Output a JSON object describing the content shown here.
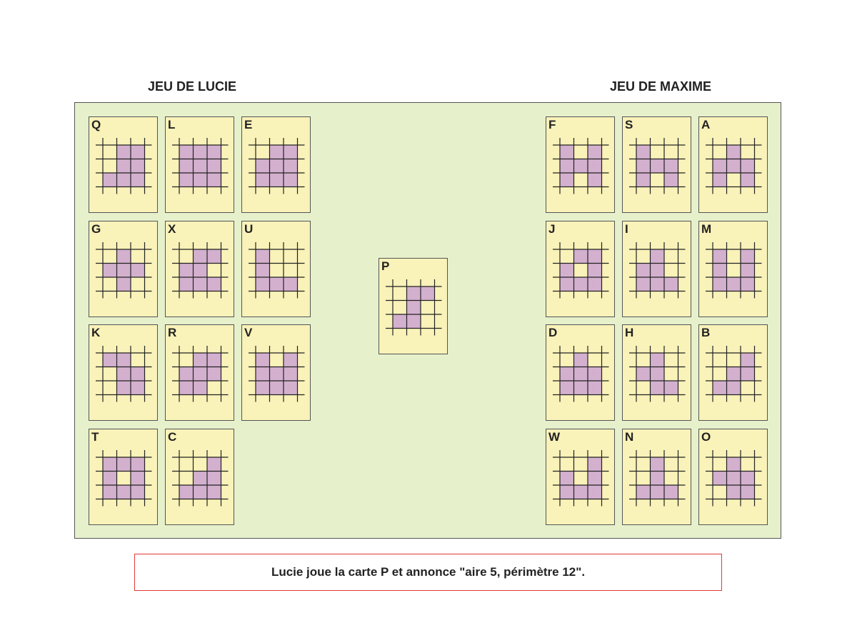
{
  "titles": {
    "left": "JEU DE LUCIE",
    "right": "JEU DE MAXIME"
  },
  "colors": {
    "board": "#e6f0cb",
    "card": "#f9f2b9",
    "fill": "#d4b0cf",
    "message_border": "#e53935"
  },
  "left_hand": [
    {
      "letter": "Q",
      "shape": [
        ".##",
        ".##",
        "###"
      ]
    },
    {
      "letter": "L",
      "shape": [
        "###",
        "###",
        "###"
      ]
    },
    {
      "letter": "E",
      "shape": [
        ".##",
        "###",
        "###"
      ]
    },
    {
      "letter": "G",
      "shape": [
        ".#.",
        "###",
        ".#."
      ]
    },
    {
      "letter": "X",
      "shape": [
        ".##",
        "##.",
        "###"
      ]
    },
    {
      "letter": "U",
      "shape": [
        "#..",
        "#..",
        "###"
      ]
    },
    {
      "letter": "K",
      "shape": [
        "##.",
        ".##",
        ".##"
      ]
    },
    {
      "letter": "R",
      "shape": [
        ".##",
        "###",
        "##."
      ]
    },
    {
      "letter": "V",
      "shape": [
        "#.#",
        "###",
        "###"
      ]
    },
    {
      "letter": "T",
      "shape": [
        "###",
        "#.#",
        "###"
      ]
    },
    {
      "letter": "C",
      "shape": [
        "..#",
        ".##",
        "###"
      ]
    }
  ],
  "right_hand": [
    {
      "letter": "F",
      "shape": [
        "#.#",
        "###",
        "#.#"
      ]
    },
    {
      "letter": "S",
      "shape": [
        "#..",
        "###",
        "#.#"
      ]
    },
    {
      "letter": "A",
      "shape": [
        ".#.",
        "###",
        "#.#"
      ]
    },
    {
      "letter": "J",
      "shape": [
        ".##",
        "#.#",
        "###"
      ]
    },
    {
      "letter": "I",
      "shape": [
        ".#.",
        "##.",
        "###"
      ]
    },
    {
      "letter": "M",
      "shape": [
        "#.#",
        "#.#",
        "###"
      ]
    },
    {
      "letter": "D",
      "shape": [
        ".#.",
        "###",
        "###"
      ]
    },
    {
      "letter": "H",
      "shape": [
        ".#.",
        "##.",
        ".##"
      ]
    },
    {
      "letter": "B",
      "shape": [
        "..#",
        ".##",
        "##."
      ]
    },
    {
      "letter": "W",
      "shape": [
        "..#",
        "#.#",
        "###"
      ]
    },
    {
      "letter": "N",
      "shape": [
        ".#.",
        ".#.",
        "###"
      ]
    },
    {
      "letter": "O",
      "shape": [
        ".#.",
        "###",
        ".##"
      ]
    }
  ],
  "played_card": {
    "letter": "P",
    "shape": [
      ".##",
      ".#.",
      "##."
    ]
  },
  "message": "Lucie joue la carte P et annonce \"aire 5, périmètre 12\"."
}
